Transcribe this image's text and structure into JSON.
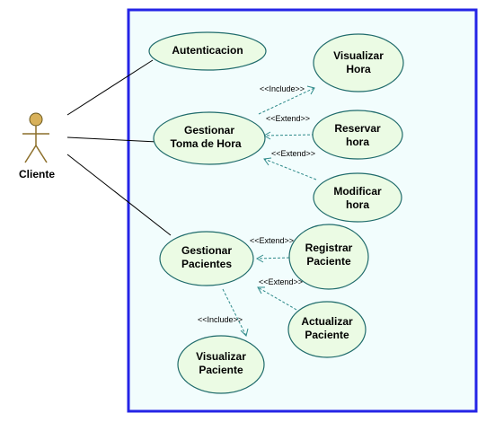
{
  "actor": {
    "name": "Cliente"
  },
  "use_cases": {
    "autenticacion": [
      "Autenticacion"
    ],
    "visualizar_hora": [
      "Visualizar",
      "Hora"
    ],
    "gestionar_toma": [
      "Gestionar",
      "Toma de Hora"
    ],
    "reservar_hora": [
      "Reservar",
      "hora"
    ],
    "modificar_hora": [
      "Modificar",
      "hora"
    ],
    "gestionar_pacientes": [
      "Gestionar",
      "Pacientes"
    ],
    "registrar_paciente": [
      "Registrar",
      "Paciente"
    ],
    "actualizar_paciente": [
      "Actualizar",
      "Paciente"
    ],
    "visualizar_paciente": [
      "Visualizar",
      "Paciente"
    ]
  },
  "relations": {
    "include_visualizar_hora": "<<Include>>",
    "extend_reservar": "<<Extend>>",
    "extend_modificar": "<<Extend>>",
    "extend_registrar": "<<Extend>>",
    "extend_actualizar": "<<Extend>>",
    "include_visualizar_paciente": "<<Include>>"
  },
  "colors": {
    "system_border": "#2424e6",
    "system_fill": "#f2fdfd",
    "usecase_fill": "#ebfbe4",
    "usecase_stroke": "#1f6b6b",
    "dashed": "#2e8a8a",
    "actor_head": "#d8b15a",
    "line": "#000000"
  }
}
